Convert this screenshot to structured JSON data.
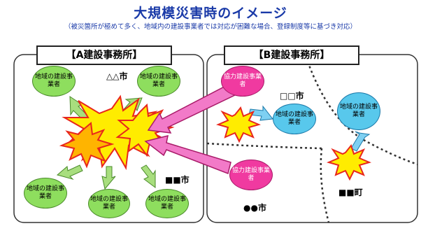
{
  "title": "大規模災害時のイメージ",
  "subtitle": "（被災箇所が極めて多く、地域内の建設事業者では対応が困難な場合、登録制度等に基づき対応）",
  "panel_a": {
    "label": "【A建設事務所】",
    "city_1": "△△市",
    "city_2": "■■市",
    "contractors": [
      "地域の建設事業者",
      "地域の建設事業者",
      "地域の建設事業者",
      "地域の建設事業者",
      "地域の建設事業者"
    ]
  },
  "panel_b": {
    "label": "【B建設事務所】",
    "city_1": "□□市",
    "city_2": "●●市",
    "town": "■■町",
    "coop_1": "協力建設事業者",
    "coop_2": "協力建設事業者",
    "local_1": "地域の建設事業者",
    "local_2": "地域の建設事業者"
  },
  "colors": {
    "title": "#1a3aa8",
    "local_contractor": "#8ede5e",
    "cooperating_contractor": "#f03aa0",
    "b_local_contractor": "#58c8ec",
    "disaster_burst": "#ffec00",
    "burst_outline": "#e8261c",
    "pink_arrow": "#f27ac8",
    "green_arrow": "#a8de7e",
    "blue_arrow": "#7ed0f2"
  }
}
